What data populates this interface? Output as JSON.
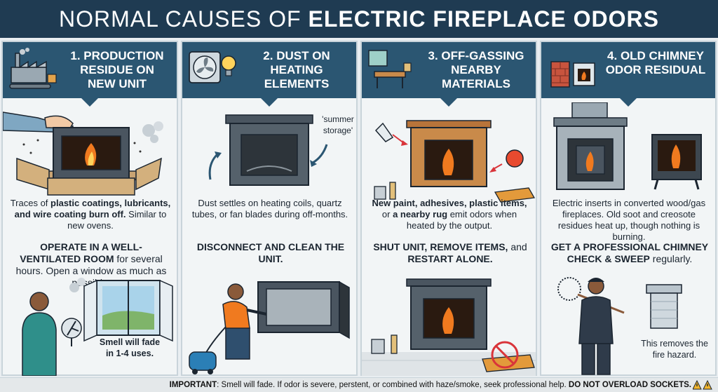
{
  "title": {
    "light": "NORMAL CAUSES OF",
    "bold": "ELECTRIC FIREPLACE ODORS"
  },
  "columns": [
    {
      "heading": "1. PRODUCTION RESIDUE ON NEW UNIT",
      "desc_pre": "Traces of ",
      "desc_bold": "plastic coatings, lubricants, and wire coating burn off.",
      "desc_post": " Similar to new ovens.",
      "action_bold": "OPERATE IN A WELL-VENTILATED ROOM",
      "action_post": " for several hours. Open a window as much as possible.",
      "note": "Smell will fade in 1-4 uses."
    },
    {
      "heading": "2. DUST ON HEATING ELEMENTS",
      "label": "'summer storage'",
      "desc": "Dust settles on heating coils, quartz tubes, or fan blades during off-months.",
      "action_bold": "DISCONNECT AND CLEAN THE UNIT."
    },
    {
      "heading": "3. OFF-GASSING NEARBY MATERIALS",
      "desc_pre": "",
      "desc_bold": "New paint, adhesives, plastic items,",
      "desc_mid": " or ",
      "desc_bold2": "a nearby rug",
      "desc_post": " emit odors when heated by the output.",
      "action_bold": "SHUT UNIT, REMOVE ITEMS,",
      "action_mid": " and ",
      "action_bold2": "RESTART ALONE."
    },
    {
      "heading": "4. OLD CHIMNEY ODOR RESIDUAL",
      "desc": "Electric inserts in converted wood/gas fireplaces. Old soot and creosote residues heat up, though nothing is burning.",
      "action_bold": "GET A PROFESSIONAL CHIMNEY CHECK & SWEEP",
      "action_post": " regularly.",
      "note": "This removes the fire hazard."
    }
  ],
  "footer": {
    "label": "IMPORTANT",
    "text": ": Smell will fade. If odor is severe, perstent, or combined with haze/smoke, seek professional help. ",
    "bold_end": "DO NOT OVERLOAD SOCKETS."
  },
  "colors": {
    "banner": "#1f3b52",
    "header": "#2b5672",
    "flame": "#f07a1f",
    "panel": "#f2f5f6"
  }
}
